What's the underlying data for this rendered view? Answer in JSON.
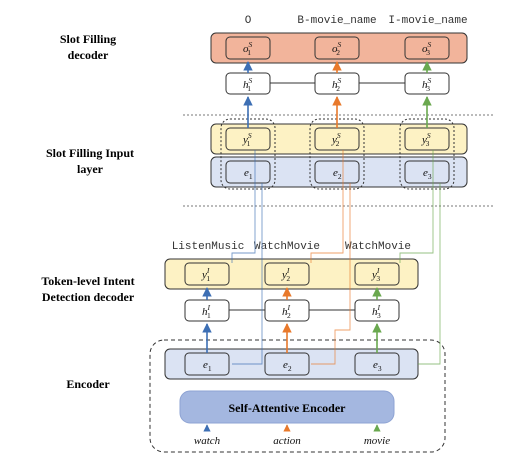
{
  "sections": {
    "slot_decoder": [
      "Slot Filling",
      "decoder"
    ],
    "slot_input": [
      "Slot Filling Input",
      "layer"
    ],
    "intent_decoder": [
      "Token-level Intent",
      "Detection decoder"
    ],
    "encoder": [
      "Encoder"
    ]
  },
  "slot_labels": [
    "O",
    "B-movie_name",
    "I-movie_name"
  ],
  "intent_labels": [
    "ListenMusic",
    "WatchMovie",
    "WatchMovie"
  ],
  "encoder_title": "Self-Attentive Encoder",
  "input_words": [
    "watch",
    "action",
    "movie"
  ],
  "nodes": {
    "slot_out": {
      "base": "o",
      "sup": "S",
      "subs": [
        "1",
        "2",
        "3"
      ]
    },
    "slot_hidden": {
      "base": "h",
      "sup": "S",
      "subs": [
        "1",
        "2",
        "3"
      ]
    },
    "slot_in": {
      "base": "y",
      "sup": "S",
      "subs": [
        "1",
        "2",
        "3"
      ]
    },
    "slot_emb": {
      "base": "e",
      "sup": "",
      "subs": [
        "1",
        "2",
        "3"
      ]
    },
    "intent_out": {
      "base": "y",
      "sup": "I",
      "subs": [
        "1",
        "2",
        "3"
      ]
    },
    "intent_hidden": {
      "base": "h",
      "sup": "I",
      "subs": [
        "1",
        "2",
        "3"
      ]
    },
    "enc_emb": {
      "base": "e",
      "sup": "",
      "subs": [
        "1",
        "2",
        "3"
      ]
    }
  },
  "colors": {
    "blue": "#3d6fb4",
    "orange": "#e8792b",
    "green": "#6aa84f",
    "slot_out_fill": "#f2b49b",
    "yellow_fill": "#fdf2c4",
    "blue_fill": "#dbe3f3",
    "encoder_fill": "#a4b7e0",
    "ink": "#333333"
  }
}
